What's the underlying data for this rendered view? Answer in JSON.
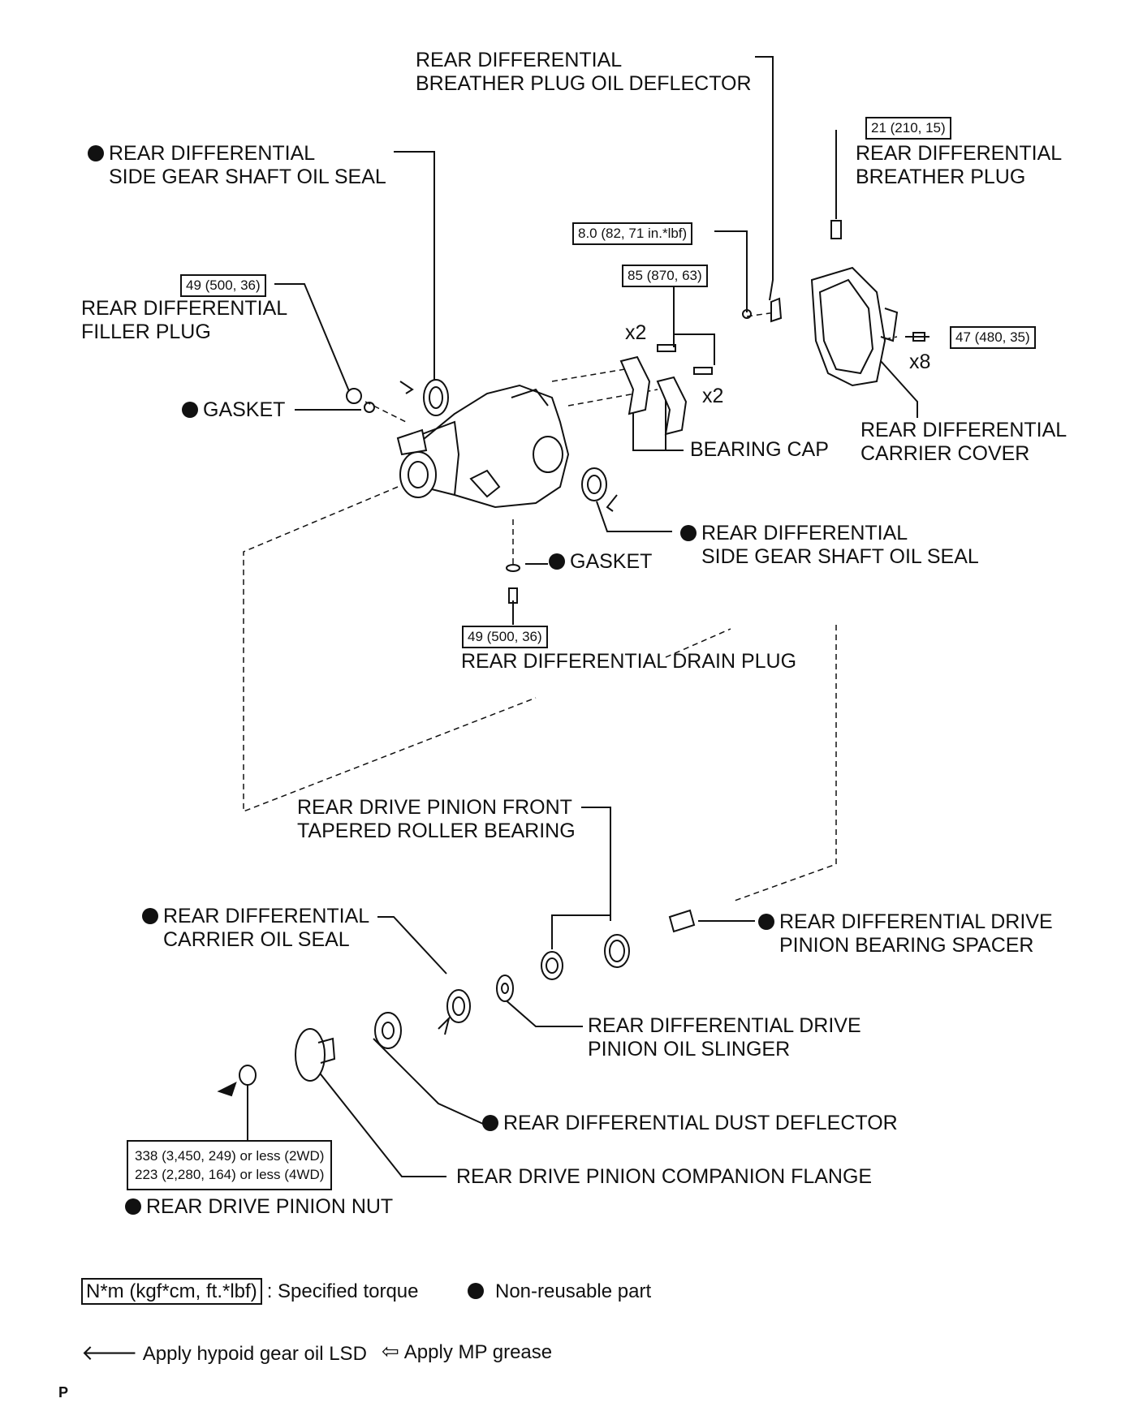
{
  "labels": {
    "breather_deflector": [
      "REAR DIFFERENTIAL",
      "BREATHER PLUG OIL DEFLECTOR"
    ],
    "side_seal_top": [
      "REAR DIFFERENTIAL",
      "SIDE GEAR SHAFT OIL SEAL"
    ],
    "breather_plug": [
      "REAR DIFFERENTIAL",
      "BREATHER PLUG"
    ],
    "filler_plug": [
      "REAR DIFFERENTIAL",
      "FILLER PLUG"
    ],
    "gasket_top": "GASKET",
    "bearing_cap": "BEARING CAP",
    "carrier_cover": [
      "REAR DIFFERENTIAL",
      "CARRIER COVER"
    ],
    "side_seal_bottom": [
      "REAR DIFFERENTIAL",
      "SIDE GEAR SHAFT OIL SEAL"
    ],
    "gasket_bottom": "GASKET",
    "drain_plug": "REAR DIFFERENTIAL DRAIN PLUG",
    "front_bearing": [
      "REAR DRIVE PINION FRONT",
      "TAPERED ROLLER BEARING"
    ],
    "carrier_oil_seal": [
      "REAR DIFFERENTIAL",
      "CARRIER OIL SEAL"
    ],
    "bearing_spacer": [
      "REAR DIFFERENTIAL DRIVE",
      "PINION BEARING SPACER"
    ],
    "oil_slinger": [
      "REAR DIFFERENTIAL DRIVE",
      "PINION OIL SLINGER"
    ],
    "dust_deflector": "REAR DIFFERENTIAL DUST DEFLECTOR",
    "companion_flange": "REAR DRIVE PINION COMPANION FLANGE",
    "pinion_nut": "REAR DRIVE PINION NUT"
  },
  "torques": {
    "breather": "21 (210, 15)",
    "deflector_bolt": "8.0 (82, 71 in.*lbf)",
    "bearing_cap": "85 (870, 63)",
    "filler": "49 (500, 36)",
    "cover_bolt": "47 (480, 35)",
    "drain": "49 (500, 36)",
    "pinion_nut": [
      "338 (3,450, 249) or less (2WD)",
      "223 (2,280, 164) or less (4WD)"
    ]
  },
  "multipliers": {
    "cap_left": "x2",
    "cap_right": "x2",
    "cover": "x8"
  },
  "legend": {
    "torque_box": "N*m (kgf*cm, ft.*lbf)",
    "torque_text": ": Specified torque",
    "nonreusable": "Non-reusable part",
    "hypoid": "Apply hypoid gear oil LSD",
    "mp_grease": "Apply MP grease"
  },
  "corner_mark": "P"
}
